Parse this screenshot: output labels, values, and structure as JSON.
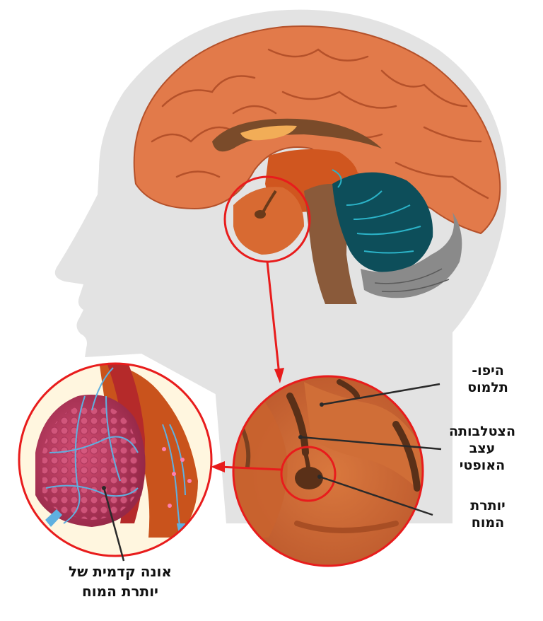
{
  "labels": {
    "hypothalamus": [
      "היפו-",
      "תלמוס"
    ],
    "optic_chiasm": [
      "הצטלבותה",
      "עצב",
      "האופטי"
    ],
    "pituitary": [
      "יותרת",
      "המוח"
    ],
    "anterior_pituitary": [
      "אונה קדמית של",
      "יותרת המוח"
    ]
  },
  "colors": {
    "head_silhouette": "#e3e3e3",
    "cortex": "#e27a4a",
    "cortex_dark": "#b5512a",
    "cerebellum": "#0d4e5a",
    "brainstem": "#8a5a3a",
    "highlight_ring": "#e81c1c",
    "gland_tissue": "#c03a5a",
    "vessels": "#5fb0e0"
  }
}
